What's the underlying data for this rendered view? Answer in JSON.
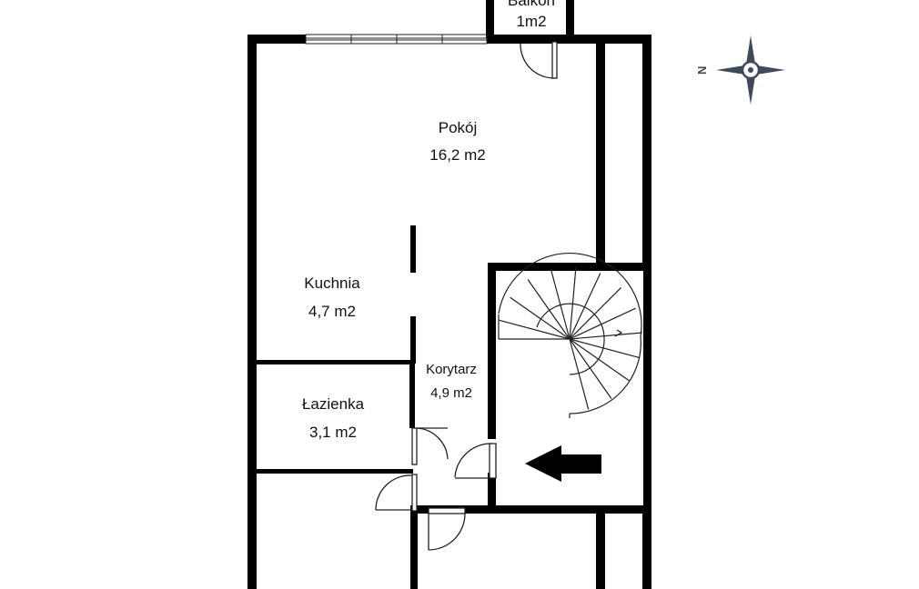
{
  "rooms": [
    {
      "name": "Balkon",
      "area": "1m2"
    },
    {
      "name": "Pokój",
      "area": "16,2 m2"
    },
    {
      "name": "Kuchnia",
      "area": "4,7 m2"
    },
    {
      "name": "Korytarz",
      "area": "4,9 m2"
    },
    {
      "name": "Łazienka",
      "area": "3,1 m2"
    }
  ],
  "compass": {
    "letter": "N"
  },
  "colors": {
    "wall": "#000000",
    "compass": "#3d4a5c",
    "line": "#222222"
  },
  "icons": {
    "compass": "compass-rose-icon",
    "entrance": "entrance-arrow-icon",
    "stairs": "spiral-stairs-icon"
  }
}
